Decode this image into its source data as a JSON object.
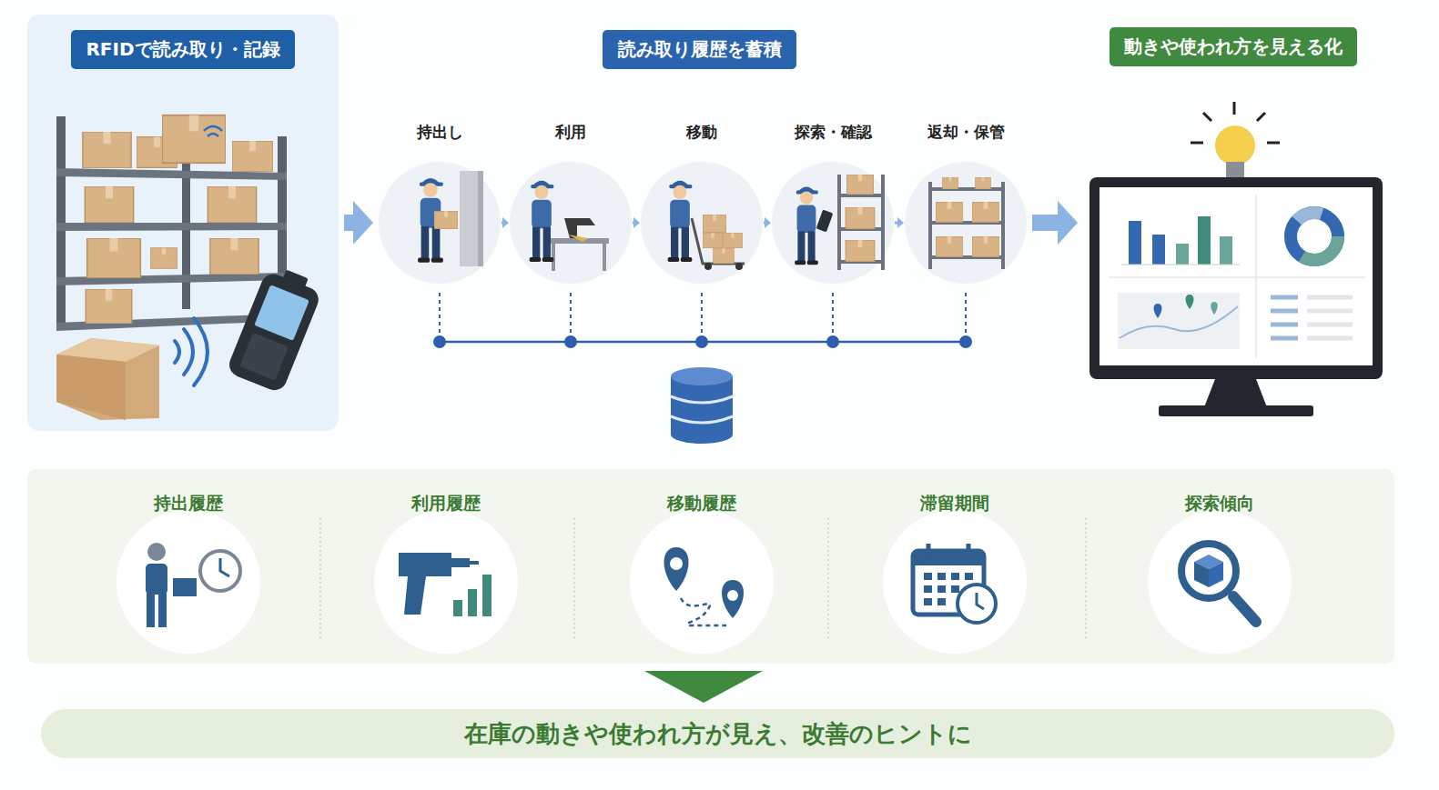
{
  "diagram": {
    "nodes": [
      {
        "text": [
          "RFIDで読み取り・記録"
        ]
      },
      {
        "text": [
          "読み取り履歴を蓄積"
        ]
      },
      {
        "text": [
          "動きや使われ方を見える化"
        ]
      },
      {
        "text": [
          "持出し"
        ]
      },
      {
        "text": [
          "利用"
        ]
      },
      {
        "text": [
          "移動"
        ]
      },
      {
        "text": [
          "探索・確認"
        ]
      },
      {
        "text": [
          "返却・保管"
        ]
      },
      {
        "text": [
          "持出履歴"
        ]
      },
      {
        "text": [
          "利用履歴"
        ]
      },
      {
        "text": [
          "移動履歴"
        ]
      },
      {
        "text": [
          "滞留期間"
        ]
      },
      {
        "text": [
          "探索傾向"
        ]
      },
      {
        "text": [
          "在庫の動きや使われ方が見え、改善のヒントに"
        ]
      }
    ],
    "edges": [
      {
        "from": 0,
        "to": 3,
        "arrow": "to"
      },
      {
        "from": 3,
        "to": 4,
        "arrow": "to"
      },
      {
        "from": 4,
        "to": 5,
        "arrow": "to"
      },
      {
        "from": 5,
        "to": 6,
        "arrow": "to"
      },
      {
        "from": 6,
        "to": 7,
        "arrow": "to"
      },
      {
        "from": 7,
        "to": 2,
        "arrow": "to"
      }
    ]
  }
}
